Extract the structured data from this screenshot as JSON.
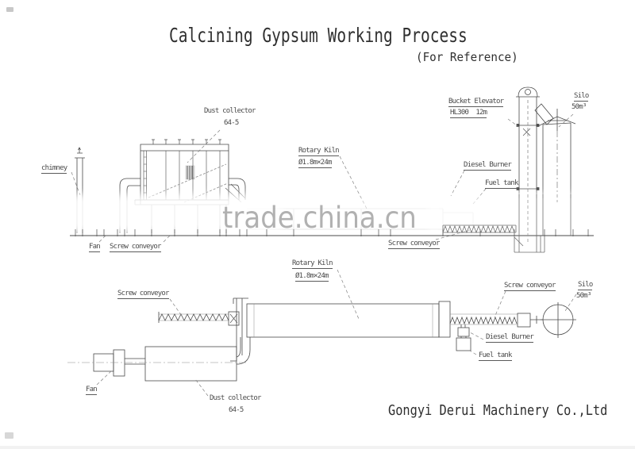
{
  "title": {
    "main": "Calcining Gypsum Working Process",
    "subtitle": "(For Reference)"
  },
  "watermark": {
    "text": "trade.china.cn"
  },
  "company": {
    "name": "Gongyi Derui Machinery Co.,Ltd"
  },
  "colors": {
    "line": "#4a4a4a",
    "faint_line": "#cfcfcf",
    "label_text": "#4a4a4a",
    "watermark_gray": "#9e9e9e",
    "background": "#ffffff"
  },
  "labels": {
    "chimney": "chimney",
    "dust_collector": "Dust collector",
    "dust_collector_model": "64-5",
    "rotary_kiln": "Rotary Kiln",
    "rotary_kiln_size": "Ø1.8m×24m",
    "bucket_elevator": "Bucket Elevator",
    "bucket_elevator_spec": "HL300  12m",
    "silo": "Silo",
    "silo_capacity": "50m³",
    "diesel_burner": "Diesel Burner",
    "fuel_tank": "Fuel tank",
    "fan": "Fan",
    "screw_conveyor": "Screw conveyor"
  }
}
